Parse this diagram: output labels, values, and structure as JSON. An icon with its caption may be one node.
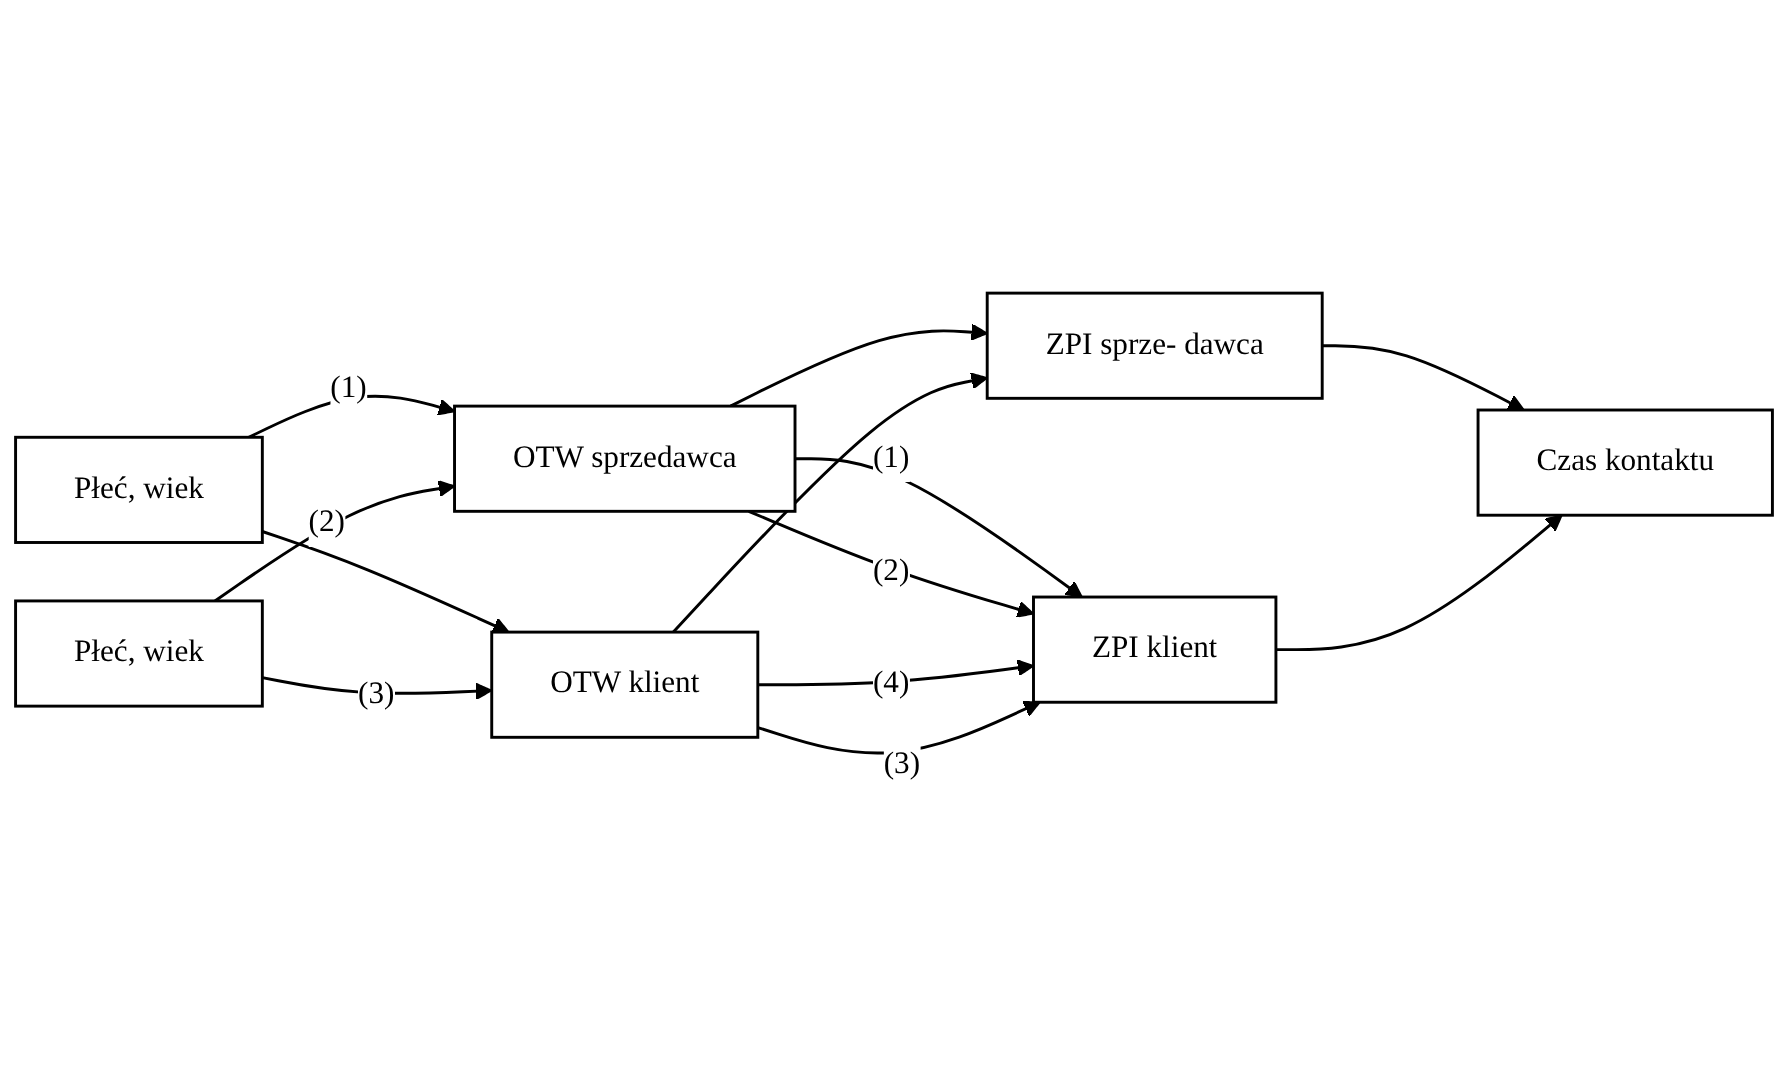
{
  "diagram": {
    "nodes": [
      {
        "text": [
          "Płeć, wiek"
        ]
      },
      {
        "text": [
          "OTW sprzedawca"
        ]
      },
      {
        "text": [
          "ZPI sprze- dawca"
        ]
      },
      {
        "text": [
          "OTW klient"
        ]
      },
      {
        "text": [
          "ZPI klient"
        ]
      },
      {
        "text": [
          "Czas kontaktu"
        ]
      },
      {
        "text": [
          "Płeć, wiek"
        ]
      }
    ],
    "edges": [
      {
        "from": 0,
        "to": 1,
        "arrow": "to",
        "label": "(1)"
      },
      {
        "from": 0,
        "to": 3,
        "arrow": "to"
      },
      {
        "from": 6,
        "to": 1,
        "arrow": "to",
        "label": "(2)"
      },
      {
        "from": 6,
        "to": 3,
        "arrow": "to",
        "label": "(3)"
      },
      {
        "from": 1,
        "to": 2,
        "arrow": "to"
      },
      {
        "from": 1,
        "to": 4,
        "arrow": "to",
        "label": "(1)"
      },
      {
        "from": 1,
        "to": 4,
        "arrow": "to",
        "label": "(2)"
      },
      {
        "from": 3,
        "to": 2,
        "arrow": "to"
      },
      {
        "from": 3,
        "to": 4,
        "arrow": "to",
        "label": "(4)"
      },
      {
        "from": 3,
        "to": 4,
        "arrow": "to",
        "label": "(3)"
      },
      {
        "from": 2,
        "to": 5,
        "arrow": "to"
      },
      {
        "from": 4,
        "to": 5,
        "arrow": "to"
      }
    ]
  }
}
